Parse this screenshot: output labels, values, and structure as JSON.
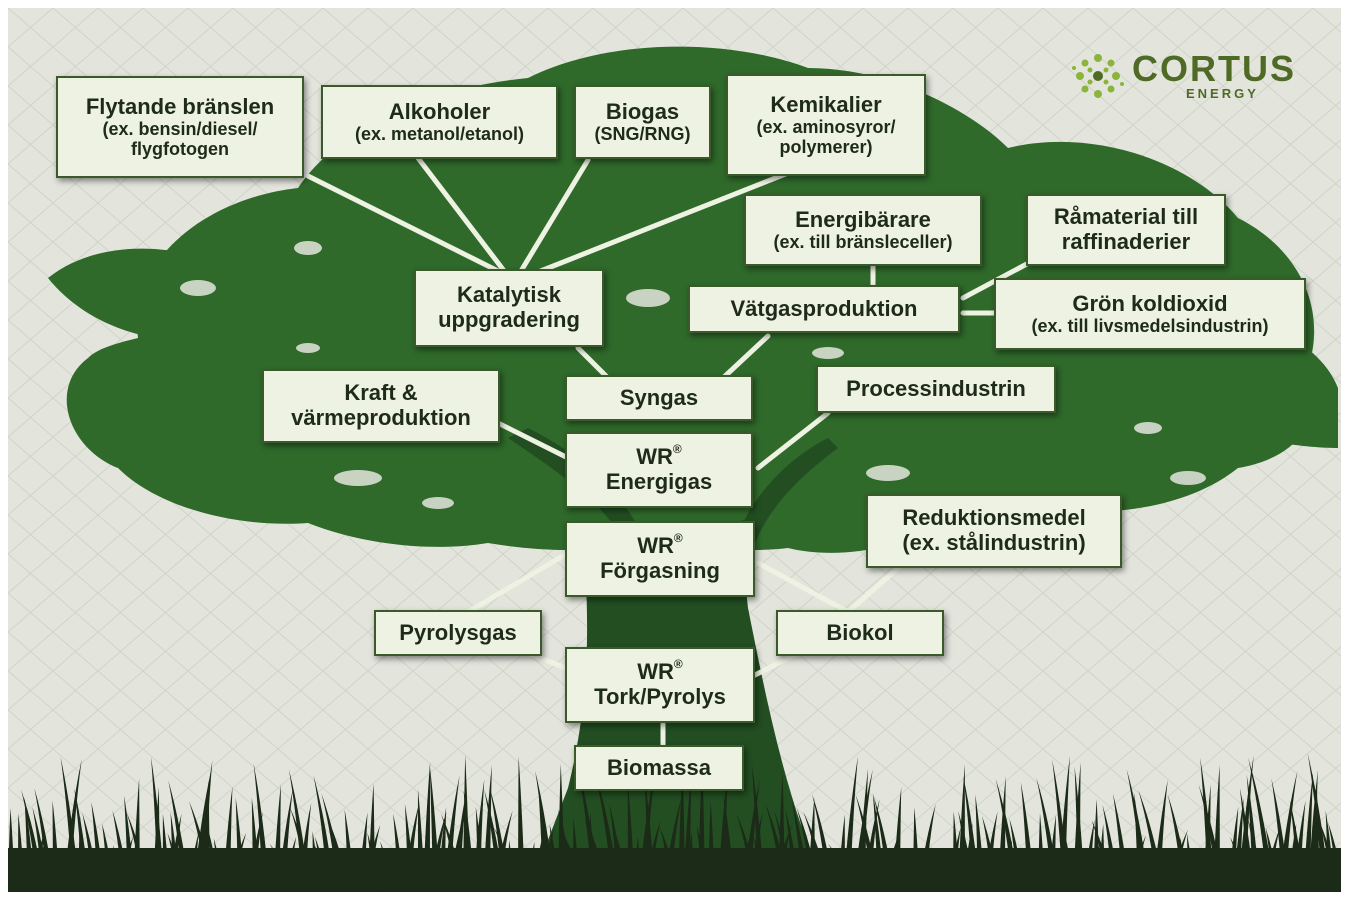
{
  "colors": {
    "tree": "#2f6a2b",
    "tree_dark": "#1f4a1e",
    "box_fill": "#eef2e2",
    "box_border": "#3a5a2a",
    "background": "#e3e5dd",
    "logo": "#4f6a24"
  },
  "logo": {
    "name": "CORTUS",
    "subtitle": "ENERGY",
    "icon": "dot-cluster-icon"
  },
  "nodes": {
    "flytande": {
      "title": "Flytande bränslen",
      "line2": "(ex. bensin/diesel/",
      "line3": "flygfotogen"
    },
    "alkoholer": {
      "title": "Alkoholer",
      "line2": "(ex. metanol/etanol)"
    },
    "biogas": {
      "title": "Biogas",
      "line2": "(SNG/RNG)"
    },
    "kemikalier": {
      "title": "Kemikalier",
      "line2": "(ex. aminosyror/",
      "line3": "polymerer)"
    },
    "energibarare": {
      "title": "Energibärare",
      "line2": "(ex. till bränsleceller)"
    },
    "ramaterial": {
      "title": "Råmaterial till",
      "title2": "raffinaderier"
    },
    "katalytisk": {
      "title": "Katalytisk",
      "title2": "uppgradering"
    },
    "vatgas": {
      "title": "Vätgasproduktion"
    },
    "gron": {
      "title": "Grön koldioxid",
      "line2": "(ex. till livsmedelsindustrin)"
    },
    "kraft": {
      "title": "Kraft &",
      "title2": "värmeproduktion"
    },
    "syngas": {
      "title": "Syngas"
    },
    "process": {
      "title": "Processindustrin"
    },
    "energigas": {
      "prefix": "WR",
      "mark": "®",
      "title": "Energigas"
    },
    "reduktion": {
      "title": "Reduktionsmedel",
      "title2": "(ex. stålindustrin)"
    },
    "forgasning": {
      "prefix": "WR",
      "mark": "®",
      "title": "Förgasning"
    },
    "pyrolysgas": {
      "title": "Pyrolysgas"
    },
    "biokol": {
      "title": "Biokol"
    },
    "tork": {
      "prefix": "WR",
      "mark": "®",
      "title": "Tork/Pyrolys"
    },
    "biomassa": {
      "title": "Biomassa"
    }
  }
}
